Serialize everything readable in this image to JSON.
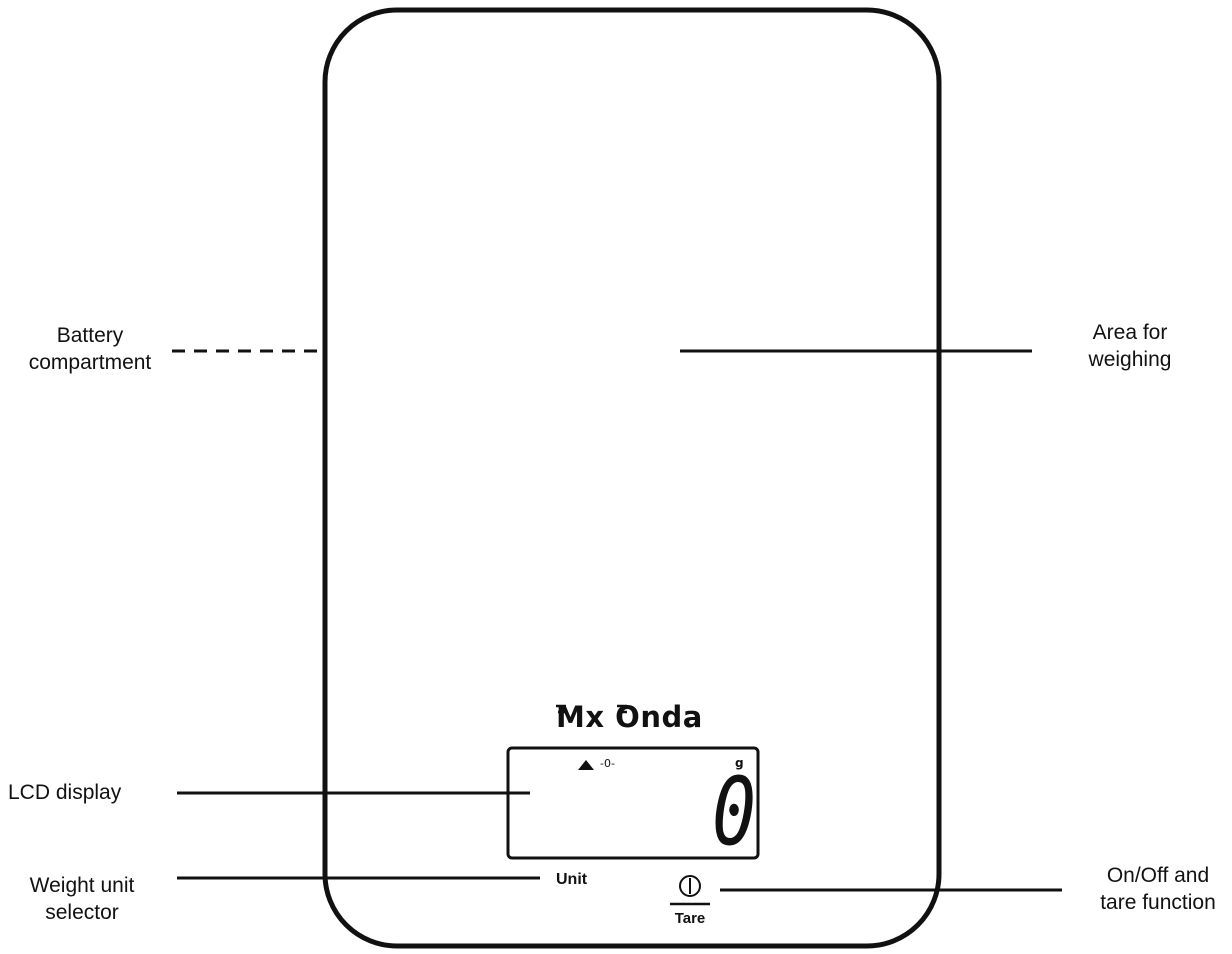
{
  "callouts": {
    "battery": [
      "Battery",
      "compartment"
    ],
    "weighing_area": [
      "Area for",
      "weighing"
    ],
    "lcd": "LCD display",
    "unit_selector": [
      "Weight unit",
      "selector"
    ],
    "onoff": [
      "On/Off and",
      "tare function"
    ]
  },
  "scale": {
    "brand": "Mx Onda",
    "lcd": {
      "unit": "g",
      "reading": "0",
      "zero_indicator": "-0-"
    },
    "buttons": {
      "unit_label": "Unit",
      "tare_label": "Tare"
    }
  },
  "icons": {
    "stable_indicator": "triangle-icon",
    "power": "power-icon"
  }
}
